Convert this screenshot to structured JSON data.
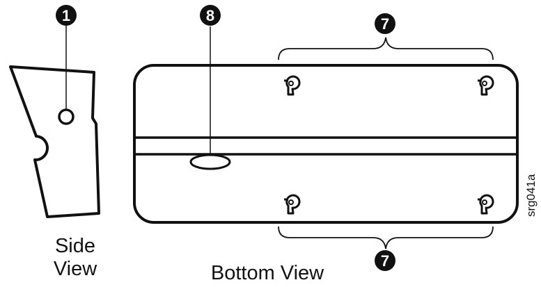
{
  "figure": {
    "side_view_label_line1": "Side",
    "side_view_label_line2": "View",
    "bottom_view_label": "Bottom View",
    "figure_id": "srg041a"
  },
  "callouts": {
    "side_connector": "1",
    "bottom_port": "8",
    "top_keyholes": "7",
    "bottom_keyholes": "7"
  },
  "colors": {
    "line": "#111111",
    "background": "#ffffff",
    "callout_fill": "#111111",
    "callout_text": "#ffffff"
  }
}
